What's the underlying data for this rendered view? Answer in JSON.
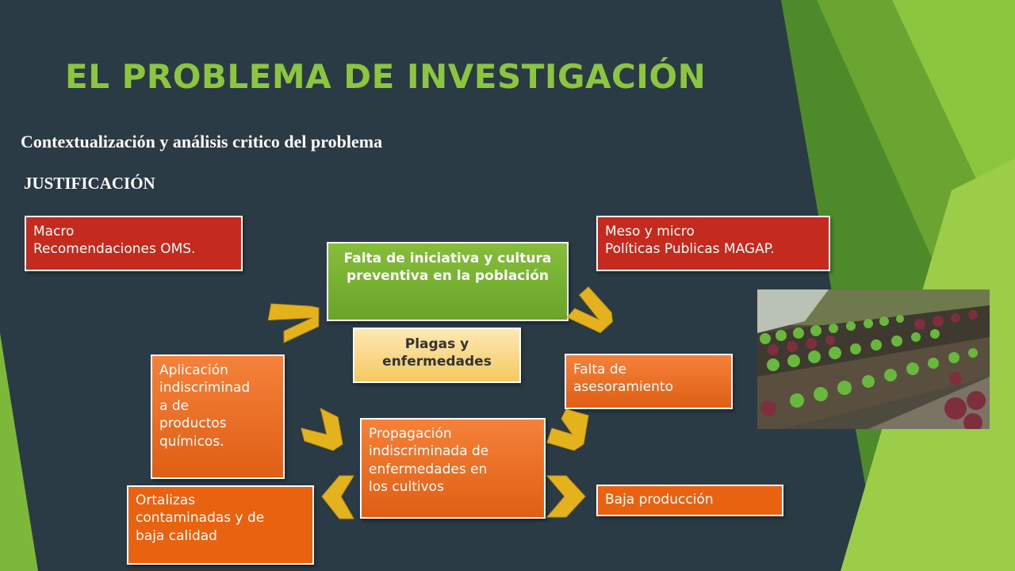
{
  "slide": {
    "title": "EL PROBLEMA DE INVESTIGACIÓN",
    "subtitle": "Contextualización y análisis critico del problema",
    "section_label": "JUSTIFICACIÓN"
  },
  "colors": {
    "background": "#2a3b45",
    "title_green": "#8cc63f",
    "box_red": "#c42a1d",
    "box_green": "#7ab332",
    "box_orange": "#e8620f",
    "box_cream": "#f8d67c",
    "arrow_yellow": "#e3b21c"
  },
  "diagram": {
    "macro": "Macro\nRecomendaciones OMS.",
    "meso": "Meso y micro\nPolíticas Publicas MAGAP.",
    "central_problem": "Falta de iniciativa y cultura preventiva en la población",
    "core_issue": "Plagas y\nenfermedades",
    "cause_left": "Aplicación\nindiscriminad\na de\nproductos\nquímicos.",
    "cause_right": "Falta de\nasesoramiento",
    "propagation": "Propagación\nindiscriminada de\nenfermedades en\nlos cultivos",
    "effect_left": "Ortalizas\ncontaminadas y de\nbaja calidad",
    "effect_right": "Baja producción",
    "photo_icon": "lettuce-field-photo"
  }
}
